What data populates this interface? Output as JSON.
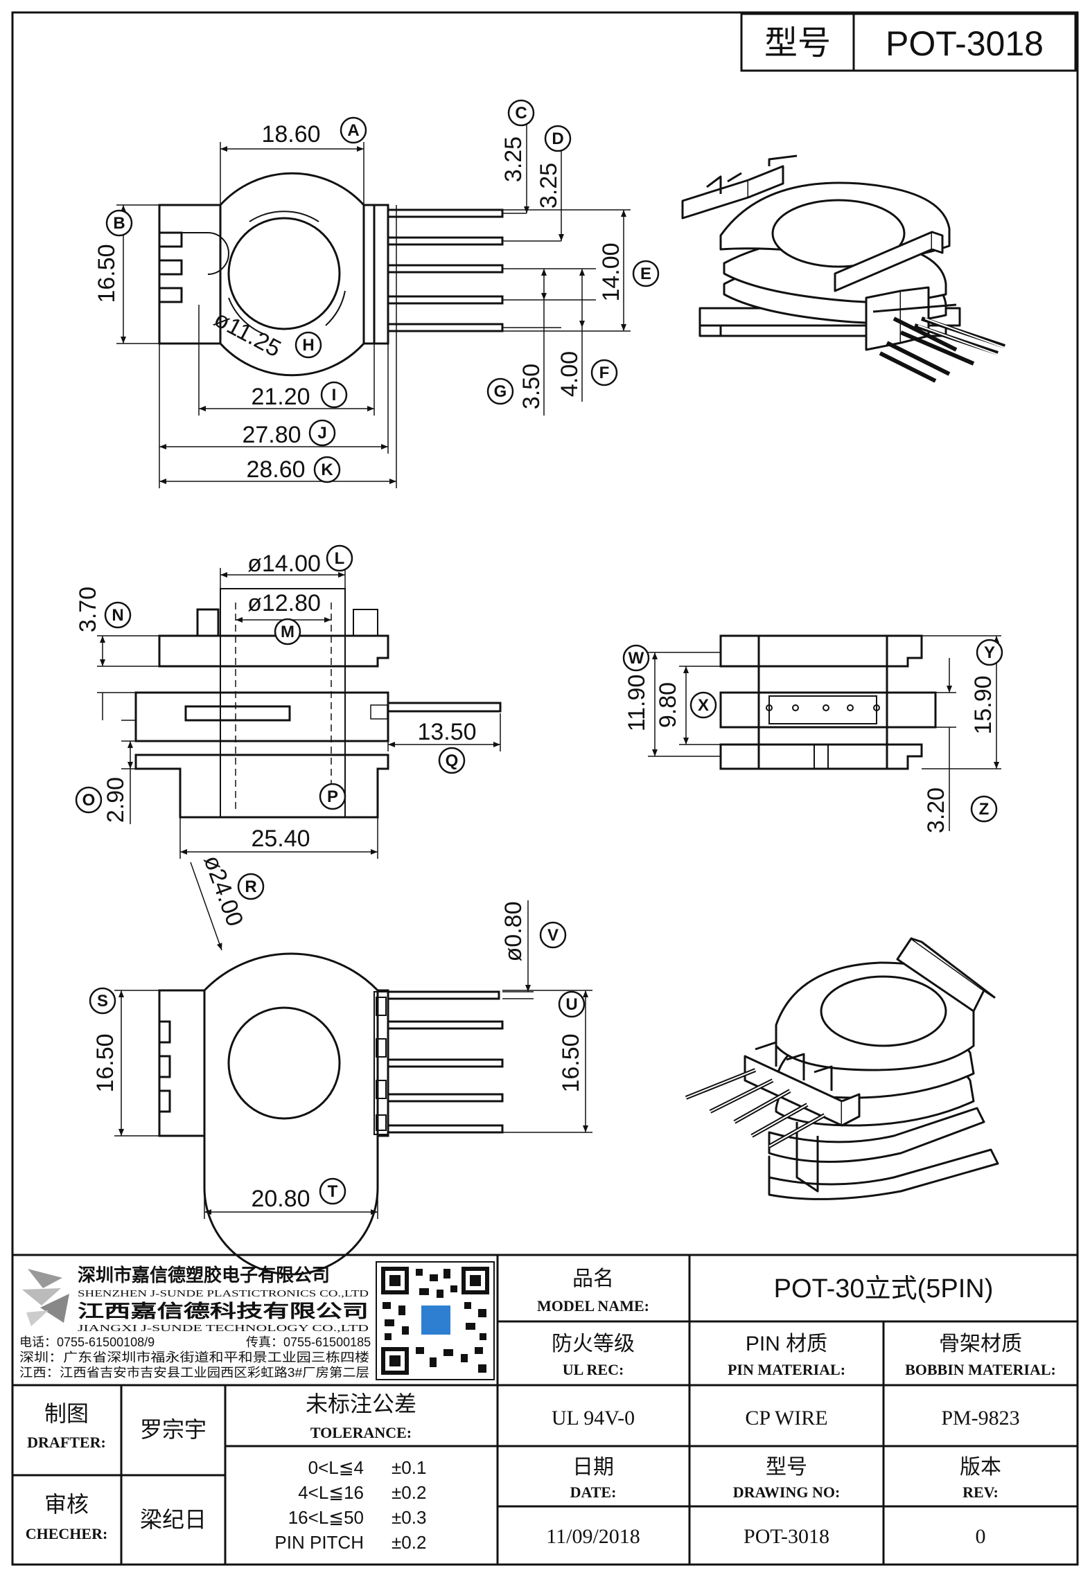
{
  "header": {
    "label": "型号",
    "model": "POT-3018"
  },
  "dims": {
    "A": "18.60",
    "B": "16.50",
    "C": "3.25",
    "D": "3.25",
    "E": "14.00",
    "F": "4.00",
    "G": "3.50",
    "H": "ø11.25",
    "I": "21.20",
    "J": "27.80",
    "K": "28.60",
    "L": "ø14.00",
    "M": "ø12.80",
    "N": "3.70",
    "O": "2.90",
    "P": "25.40",
    "Q": "13.50",
    "W": "11.90",
    "X": "9.80",
    "Y": "15.90",
    "Z": "3.20",
    "R": "ø24.00",
    "S": "16.50",
    "T": "20.80",
    "U": "16.50",
    "V": "ø0.80"
  },
  "letters": [
    "A",
    "B",
    "C",
    "D",
    "E",
    "F",
    "G",
    "H",
    "I",
    "J",
    "K",
    "L",
    "M",
    "N",
    "O",
    "P",
    "Q",
    "R",
    "S",
    "T",
    "U",
    "V",
    "W",
    "X",
    "Y",
    "Z"
  ],
  "company": {
    "name_sz": "深圳市嘉信德塑胶电子有限公司",
    "name_sz_en": "SHENZHEN J-SUNDE PLASTICTRONICS CO.,LTD",
    "name_jx": "江西嘉信德科技有限公司",
    "name_jx_en": "JIANGXI J-SUNDE TECHNOLOGY CO.,LTD",
    "phone": "电话：0755-61500108/9",
    "fax": "传真：0755-61500185",
    "addr_sz": "深圳：广东省深圳市福永街道和平和景工业园三栋四楼",
    "addr_jx": "江西：江西省吉安市吉安县工业园西区彩虹路3#厂房第二层"
  },
  "title_block": {
    "model_name_cn": "品名",
    "model_name_en": "MODEL NAME:",
    "model_name_value": "POT-30立式(5PIN)",
    "ul_cn": "防火等级",
    "ul_en": "UL REC:",
    "ul_value": "UL 94V-0",
    "pin_cn": "PIN 材质",
    "pin_en": "PIN MATERIAL:",
    "pin_value": "CP WIRE",
    "bobbin_cn": "骨架材质",
    "bobbin_en": "BOBBIN MATERIAL:",
    "bobbin_value": "PM-9823",
    "drafter_cn": "制图",
    "drafter_en": "DRAFTER:",
    "drafter_value": "罗宗宇",
    "checker_cn": "审核",
    "checker_en": "CHECHER:",
    "checker_value": "梁纪日",
    "tol_cn": "未标注公差",
    "tol_en": "TOLERANCE:",
    "tolerances": [
      {
        "range": "0<L≦4",
        "value": "±0.1"
      },
      {
        "range": "4<L≦16",
        "value": "±0.2"
      },
      {
        "range": "16<L≦50",
        "value": "±0.3"
      },
      {
        "range": "PIN PITCH",
        "value": "±0.2"
      }
    ],
    "date_cn": "日期",
    "date_en": "DATE:",
    "date_value": "11/09/2018",
    "dwg_cn": "型号",
    "dwg_en": "DRAWING NO:",
    "dwg_value": "POT-3018",
    "rev_cn": "版本",
    "rev_en": "REV:",
    "rev_value": "0"
  }
}
